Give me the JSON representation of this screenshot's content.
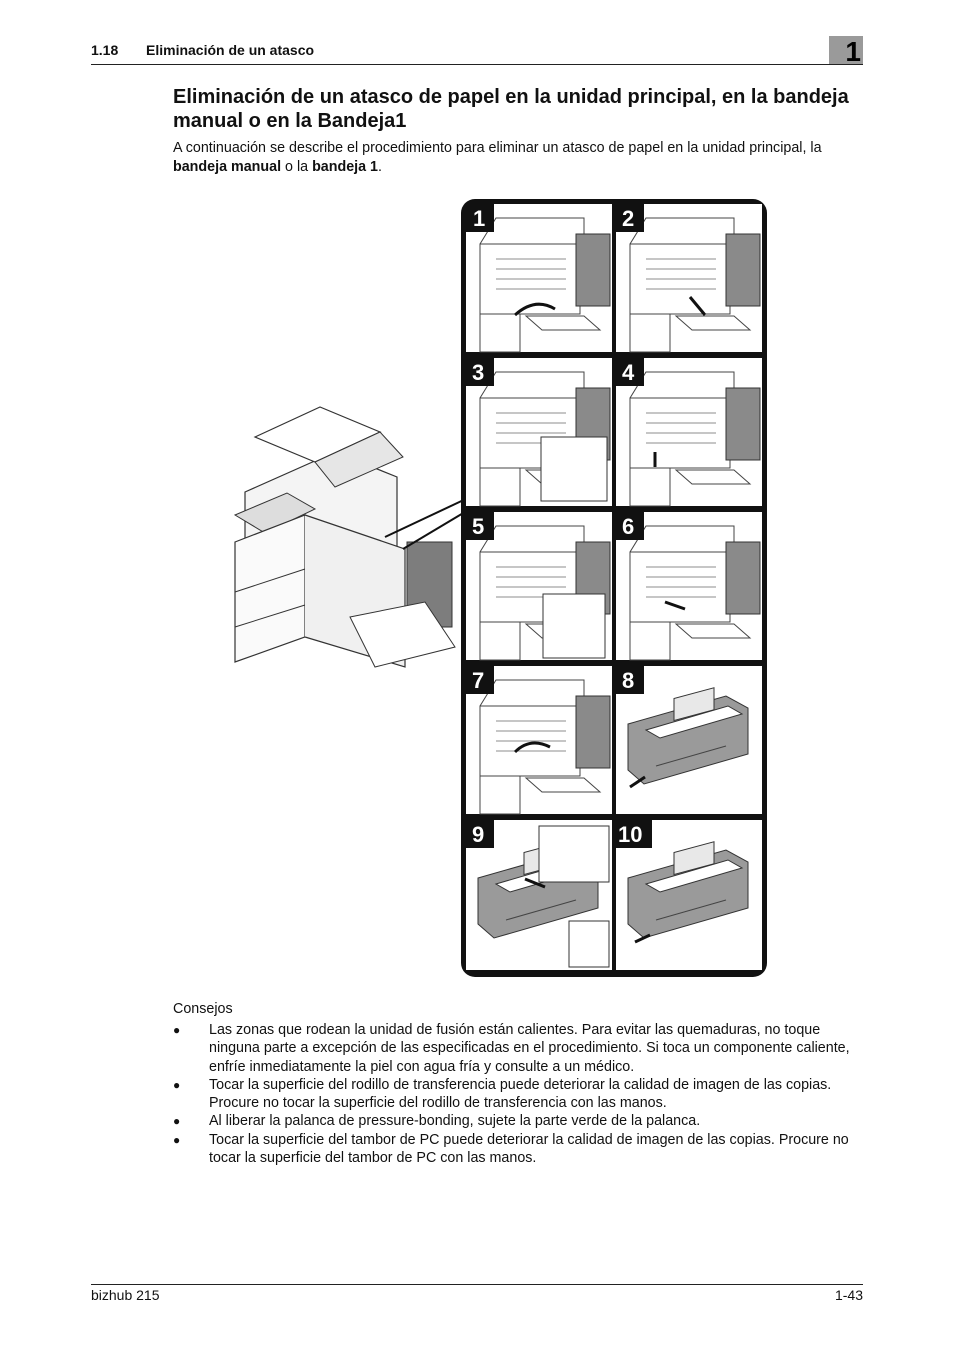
{
  "header": {
    "section_number": "1.18",
    "section_title": "Eliminación de un atasco",
    "chapter": "1"
  },
  "title": "Eliminación de un atasco de papel en la unidad principal, en la bandeja manual o en la Bandeja1",
  "intro": {
    "part1": "A continuación se describe el procedimiento para eliminar un atasco de papel en la unidad principal, la ",
    "bold1": "bandeja manual",
    "part2": " o la ",
    "bold2": "bandeja 1",
    "part3": "."
  },
  "figure": {
    "steps": [
      "1",
      "2",
      "3",
      "4",
      "5",
      "6",
      "7",
      "8",
      "9",
      "10"
    ]
  },
  "tips": {
    "title": "Consejos",
    "bullet": "●",
    "items": [
      "Las zonas que rodean la unidad de fusión están calientes. Para evitar las quemaduras, no toque ninguna parte a excepción de las especificadas en el procedimiento. Si toca un componente caliente, enfríe inmediatamente la piel con agua fría y consulte a un médico.",
      "Tocar la superficie del rodillo de transferencia puede deteriorar la calidad de imagen de las copias. Procure no tocar la superficie del rodillo de transferencia con las manos.",
      "Al liberar la palanca de pressure-bonding, sujete la parte verde de la palanca.",
      "Tocar la superficie del tambor de PC puede deteriorar la calidad de imagen de las copias. Procure no tocar la superficie del tambor de PC con las manos."
    ]
  },
  "footer": {
    "product": "bizhub 215",
    "page": "1-43"
  }
}
